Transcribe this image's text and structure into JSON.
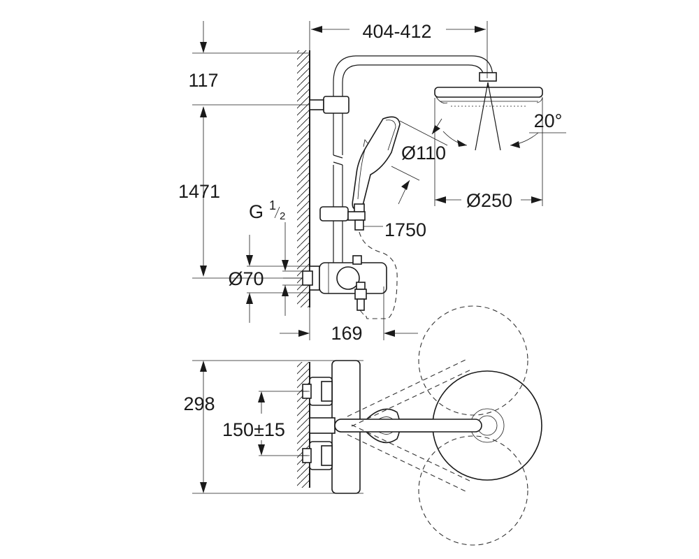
{
  "dimensions": {
    "arm_projection": "404-412",
    "top_offset": "117",
    "rail_height": "1471",
    "thread_G": "G",
    "thread_num": "1",
    "thread_den": "2",
    "shower_head_angle": "20°",
    "hand_shower_diameter": "Ø110",
    "head_shower_diameter": "Ø250",
    "hose_length": "1750",
    "rosette_diameter": "Ø70",
    "mixer_projection": "169",
    "depth": "298",
    "inlet_spacing": "150",
    "inlet_tolerance": "±15"
  }
}
